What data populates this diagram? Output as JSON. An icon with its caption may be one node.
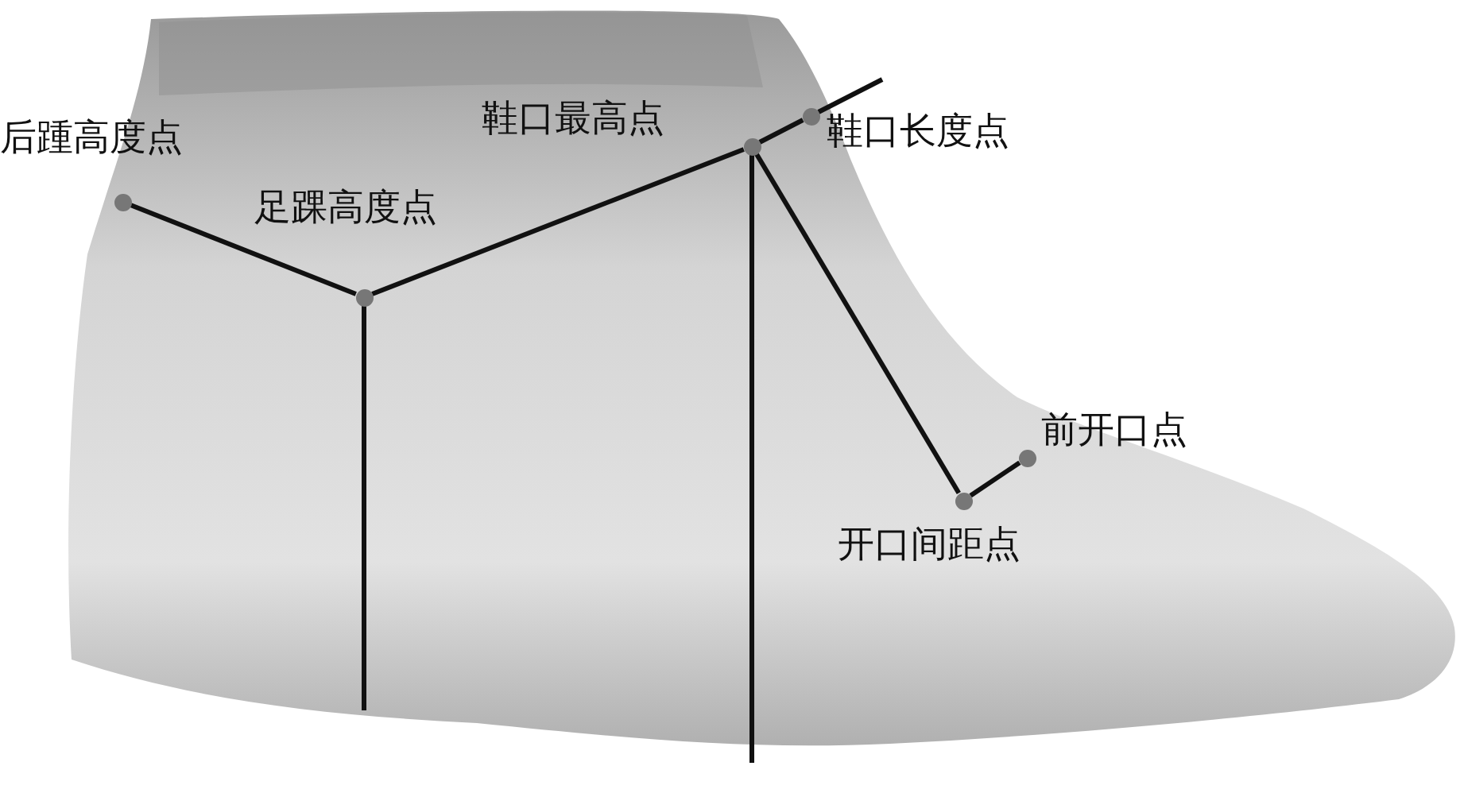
{
  "diagram": {
    "nodes": [
      {
        "text": [],
        "shape": "circle",
        "beside": [
          "后踵高度点"
        ]
      },
      {
        "text": [],
        "shape": "circle",
        "beside": [
          "鞋口最高点"
        ]
      },
      {
        "text": [],
        "shape": "circle",
        "beside": [
          "鞋口长度点"
        ]
      },
      {
        "text": [],
        "shape": "circle",
        "beside": [
          "足踝高度点"
        ]
      },
      {
        "text": [],
        "shape": "circle",
        "beside": [
          "前开口点"
        ]
      },
      {
        "text": [],
        "shape": "circle",
        "beside": [
          "开口间距点"
        ]
      }
    ],
    "edges": [
      {
        "from": 0,
        "to": 3,
        "arrow": "none"
      },
      {
        "from": 3,
        "to": 1,
        "arrow": "none"
      },
      {
        "from": 1,
        "to": 2,
        "arrow": "none"
      },
      {
        "from": 2,
        "to": null,
        "arrow": "none"
      },
      {
        "from": 3,
        "to": null,
        "arrow": "none"
      },
      {
        "from": 1,
        "to": null,
        "arrow": "none"
      },
      {
        "from": 1,
        "to": 5,
        "arrow": "none"
      },
      {
        "from": 5,
        "to": 4,
        "arrow": "none"
      }
    ]
  }
}
